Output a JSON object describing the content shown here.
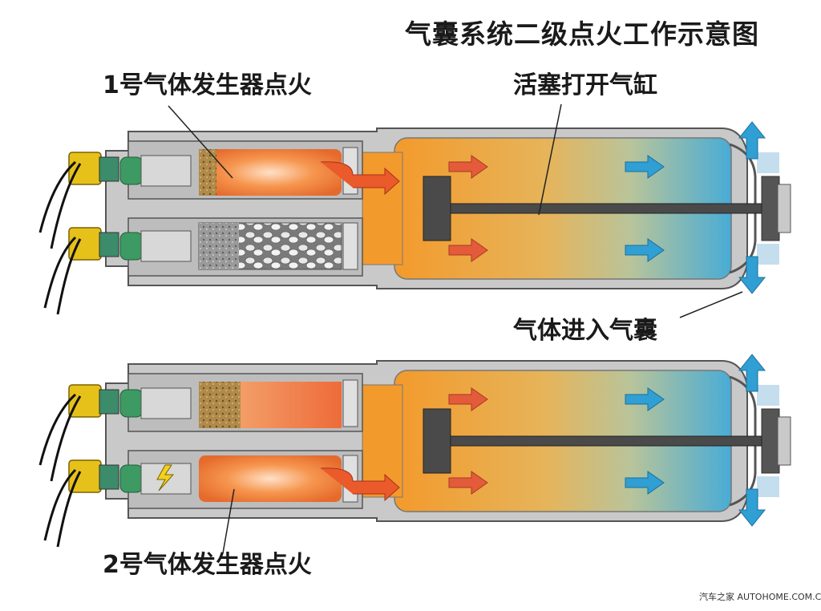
{
  "diagram": {
    "title": "气囊系统二级点火工作示意图",
    "labels": {
      "stage1_ignition": "1号气体发生器点火",
      "piston_opens_cylinder": "活塞打开气缸",
      "gas_enters_airbag": "气体进入气囊",
      "stage2_ignition": "2号气体发生器点火"
    },
    "watermark": "汽车之家 AUTOHOME.COM.CN",
    "colors": {
      "gas_orange": "#f39a2c",
      "gas_blue": "#3aa6d6",
      "flame": "#f07a3a",
      "casing": "#c9c9c9",
      "connector_yellow": "#e6c11a",
      "arrow_red": "#e35b3b",
      "arrow_blue": "#2f9fd4"
    }
  }
}
